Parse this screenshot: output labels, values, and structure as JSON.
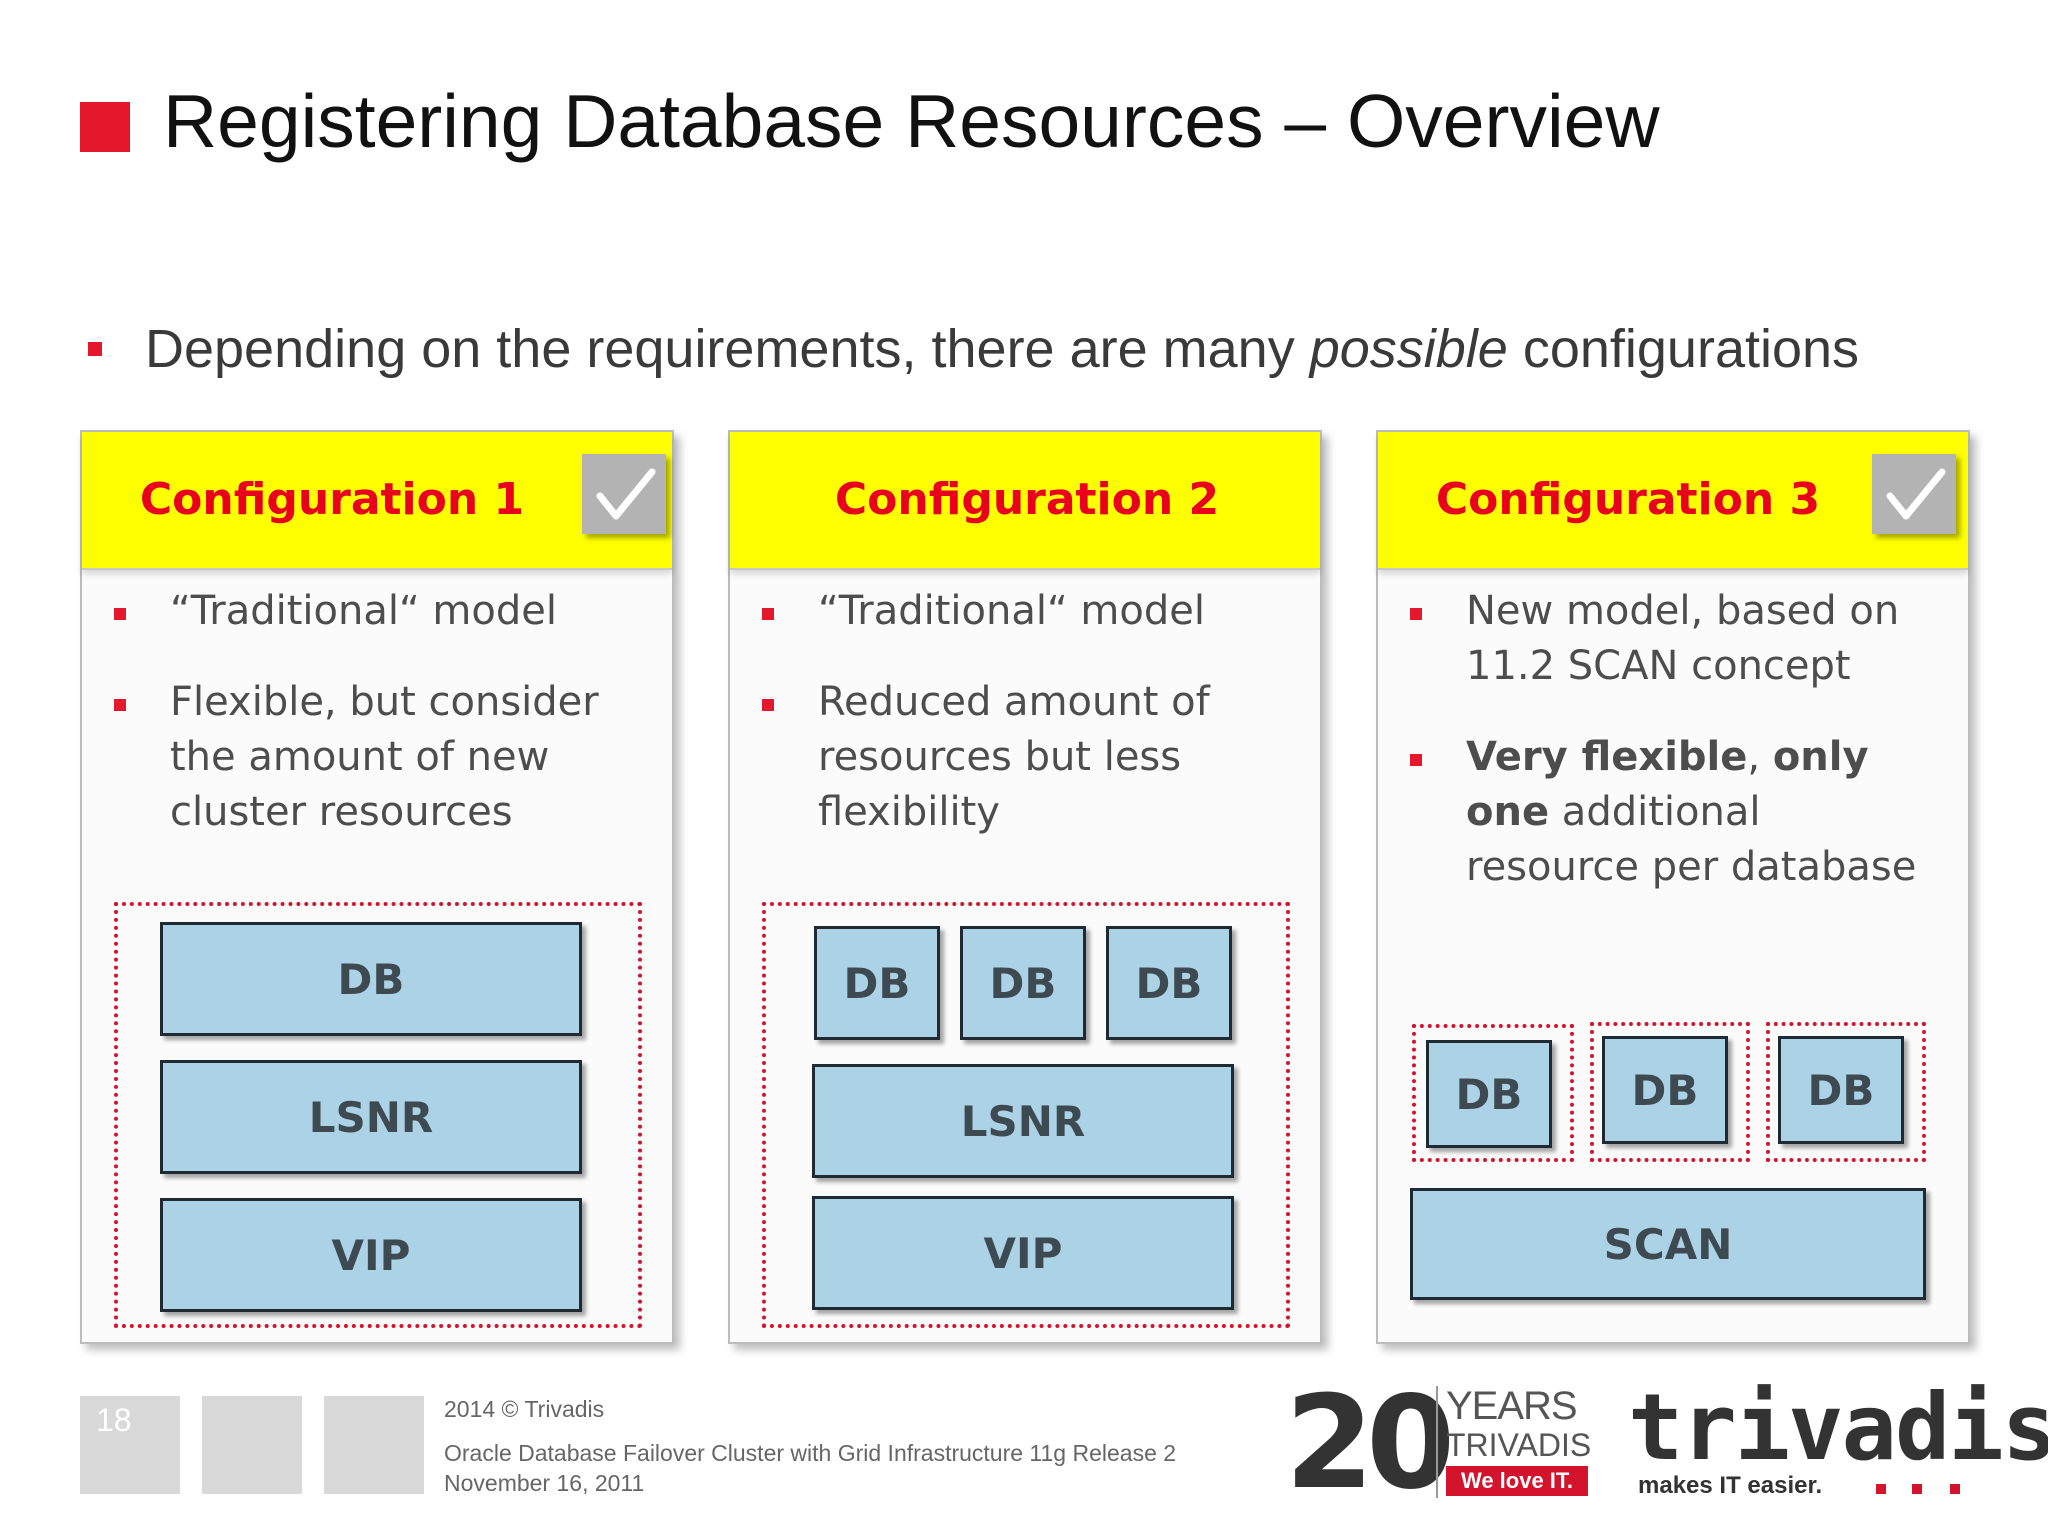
{
  "slide": {
    "title": "Registering Database Resources – Overview",
    "bullet_before": "Depending on the requirements, there are many ",
    "bullet_em": "possible",
    "bullet_after": " configurations"
  },
  "cards": [
    {
      "title": "Configuration 1",
      "checked": true,
      "items": [
        "“Traditional“ model",
        "Flexible, but consider the amount of new cluster resources"
      ],
      "blocks": {
        "top": [
          "DB"
        ],
        "middle": "LSNR",
        "bottom": "VIP"
      }
    },
    {
      "title": "Configuration 2",
      "checked": false,
      "items": [
        "“Traditional“ model",
        "Reduced amount of resources but less flexibility"
      ],
      "blocks": {
        "top": [
          "DB",
          "DB",
          "DB"
        ],
        "middle": "LSNR",
        "bottom": "VIP"
      }
    },
    {
      "title": "Configuration 3",
      "checked": true,
      "items": [
        "New model, based on 11.2 SCAN concept"
      ],
      "item2": {
        "bold1": "Very flexible",
        "sep": ", ",
        "bold2": "only one",
        "rest": " additional resource per database"
      },
      "blocks": {
        "top": [
          "DB",
          "DB",
          "DB"
        ],
        "bottom": "SCAN"
      }
    }
  ],
  "footer": {
    "page_number": "18",
    "copyright": "2014 © Trivadis",
    "subtitle": "Oracle Database Failover Cluster with Grid Infrastructure 11g Release 2",
    "date": "November 16, 2011"
  },
  "logo": {
    "number": "20",
    "years": "YEARS",
    "company": "TRIVADIS",
    "slogan": "We love IT.",
    "brand": "trivadis",
    "tagline": "makes IT easier."
  },
  "colors": {
    "accent_red": "#e3182d",
    "header_yellow": "#ffff00",
    "block_blue": "#acd2e6"
  }
}
